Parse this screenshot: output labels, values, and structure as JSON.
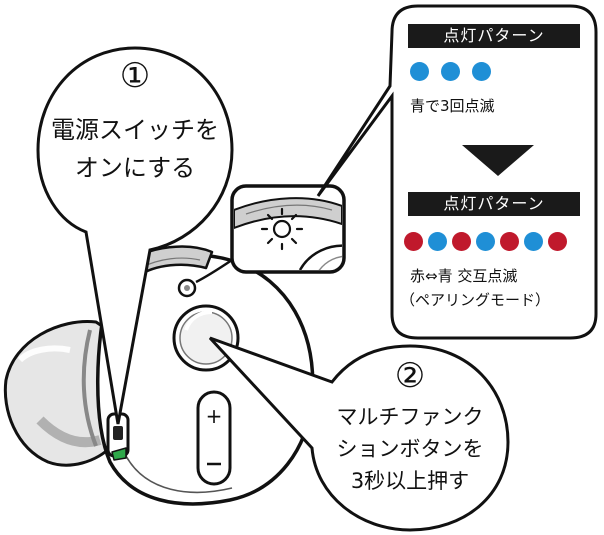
{
  "step1": {
    "number": "①",
    "text_line1": "電源スイッチを",
    "text_line2": "オンにする"
  },
  "step2": {
    "number": "②",
    "text_line1": "マルチファンク",
    "text_line2": "ションボタンを",
    "text_line3": "3秒以上押す"
  },
  "pattern1": {
    "title": "点灯パターン",
    "dots": [
      "blue",
      "blue",
      "blue"
    ],
    "description": "青で3回点滅"
  },
  "pattern2": {
    "title": "点灯パターン",
    "dots": [
      "red",
      "blue",
      "red",
      "blue",
      "red",
      "blue",
      "red"
    ],
    "description_line1": "赤⇔青 交互点滅",
    "description_line2": "（ペアリングモード）"
  },
  "colors": {
    "blue": "#1f8fd6",
    "red": "#c0192c",
    "title_bg": "#1a1a1a",
    "led_green": "#2fa84a"
  }
}
